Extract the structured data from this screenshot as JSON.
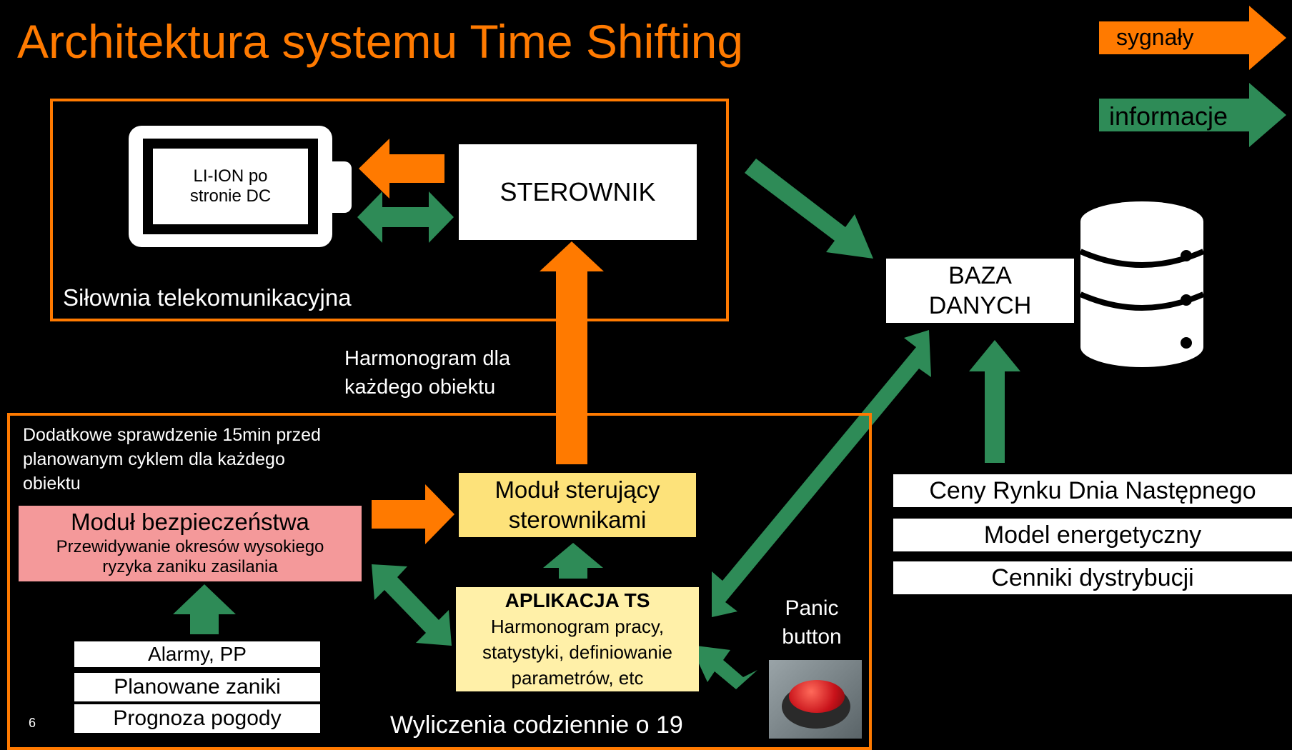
{
  "title": "Architektura systemu Time Shifting",
  "page_number": "6",
  "legend": {
    "signals": {
      "label": "sygnały",
      "color": "#ff7a00"
    },
    "info": {
      "label": "informacje",
      "color": "#2e8b57"
    }
  },
  "plant": {
    "label": "Siłownia telekomunikacyjna",
    "battery": {
      "line1": "LI-ION po",
      "line2": "stronie DC"
    },
    "controller": "STEROWNIK"
  },
  "schedule_label": {
    "line1": "Harmonogram dla",
    "line2": "każdego obiektu"
  },
  "database": {
    "line1": "BAZA",
    "line2": "DANYCH"
  },
  "data_sources": [
    "Ceny Rynku Dnia Następnego",
    "Model energetyczny",
    "Cenniki dystrybucji"
  ],
  "calc": {
    "note": {
      "line1": "Dodatkowe sprawdzenie 15min przed",
      "line2": "planowanym cyklem dla każdego",
      "line3": "obiektu"
    },
    "safety": {
      "title": "Moduł bezpieczeństwa",
      "line1": "Przewidywanie okresów wysokiego",
      "line2": "ryzyka zaniku zasilania"
    },
    "control_module": {
      "line1": "Moduł sterujący",
      "line2": "sterownikami"
    },
    "app": {
      "title": "APLIKACJA TS",
      "line1": "Harmonogram pracy,",
      "line2": "statystyki, definiowanie",
      "line3": "parametrów, etc"
    },
    "inputs": [
      "Alarmy, PP",
      "Planowane zaniki",
      "Prognoza pogody"
    ],
    "footer": "Wyliczenia codziennie o 19",
    "panic": {
      "line1": "Panic",
      "line2": "button"
    }
  },
  "colors": {
    "orange": "#ff7a00",
    "green": "#2e8b57",
    "pink": "#f4999a",
    "yellow": "#fde27a",
    "yellow_light": "#fff0a8"
  }
}
